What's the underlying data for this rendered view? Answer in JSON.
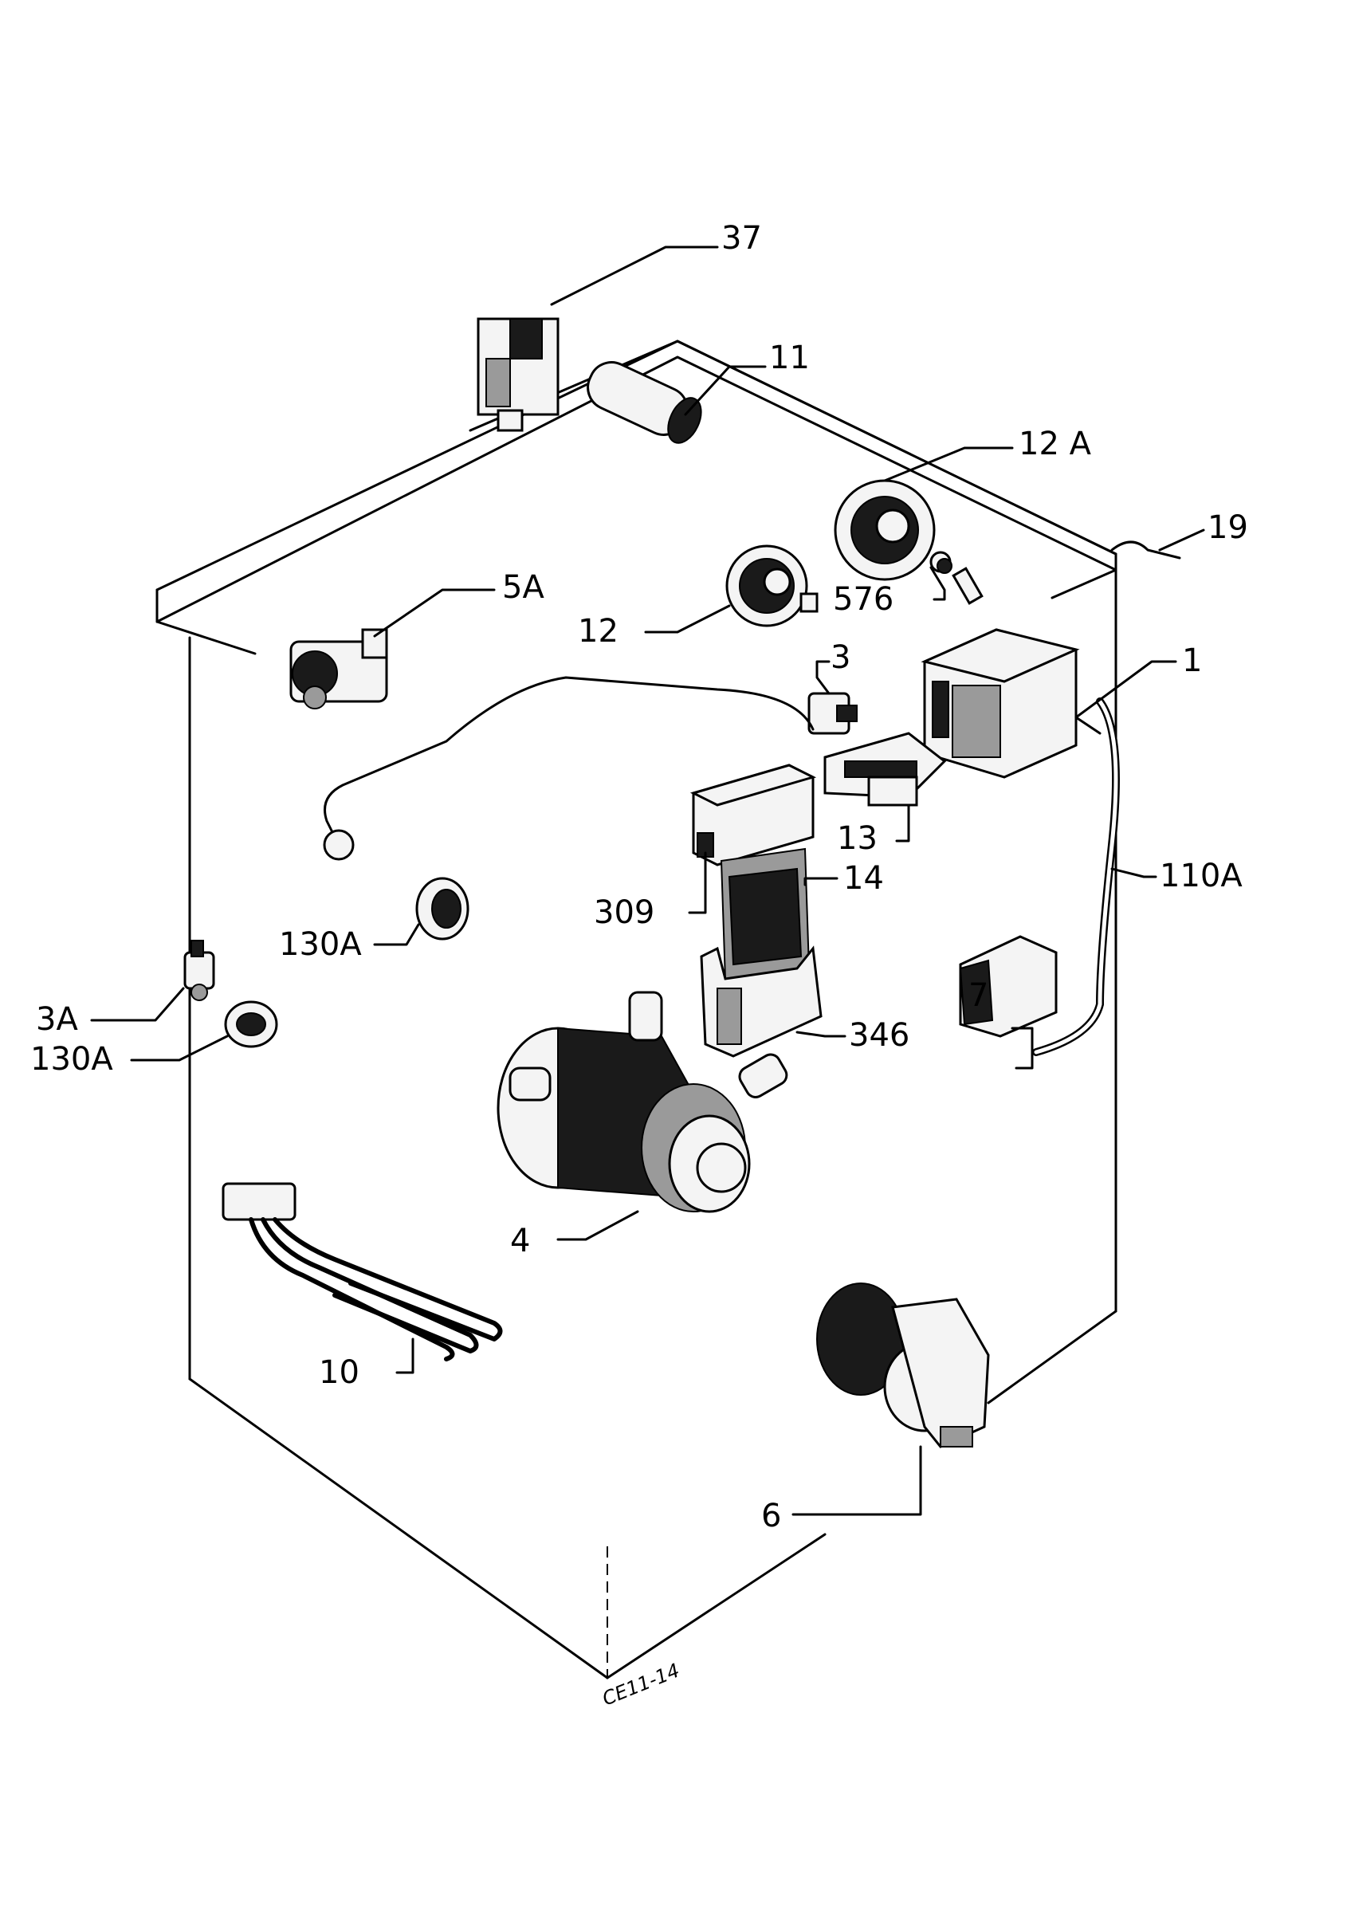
{
  "callouts": {
    "c37": "37",
    "c11": "11",
    "c12a": "12 A",
    "c19": "19",
    "c576": "576",
    "c12": "12",
    "c5a": "5A",
    "c3": "3",
    "c1": "1",
    "c13": "13",
    "c309": "309",
    "c14": "14",
    "c110a": "110A",
    "c130a_top": "130A",
    "c3a": "3A",
    "c130a_bottom": "130A",
    "c346": "346",
    "c7": "7",
    "c4": "4",
    "c10": "10",
    "c6": "6"
  },
  "drawing_code": "CE11-14"
}
